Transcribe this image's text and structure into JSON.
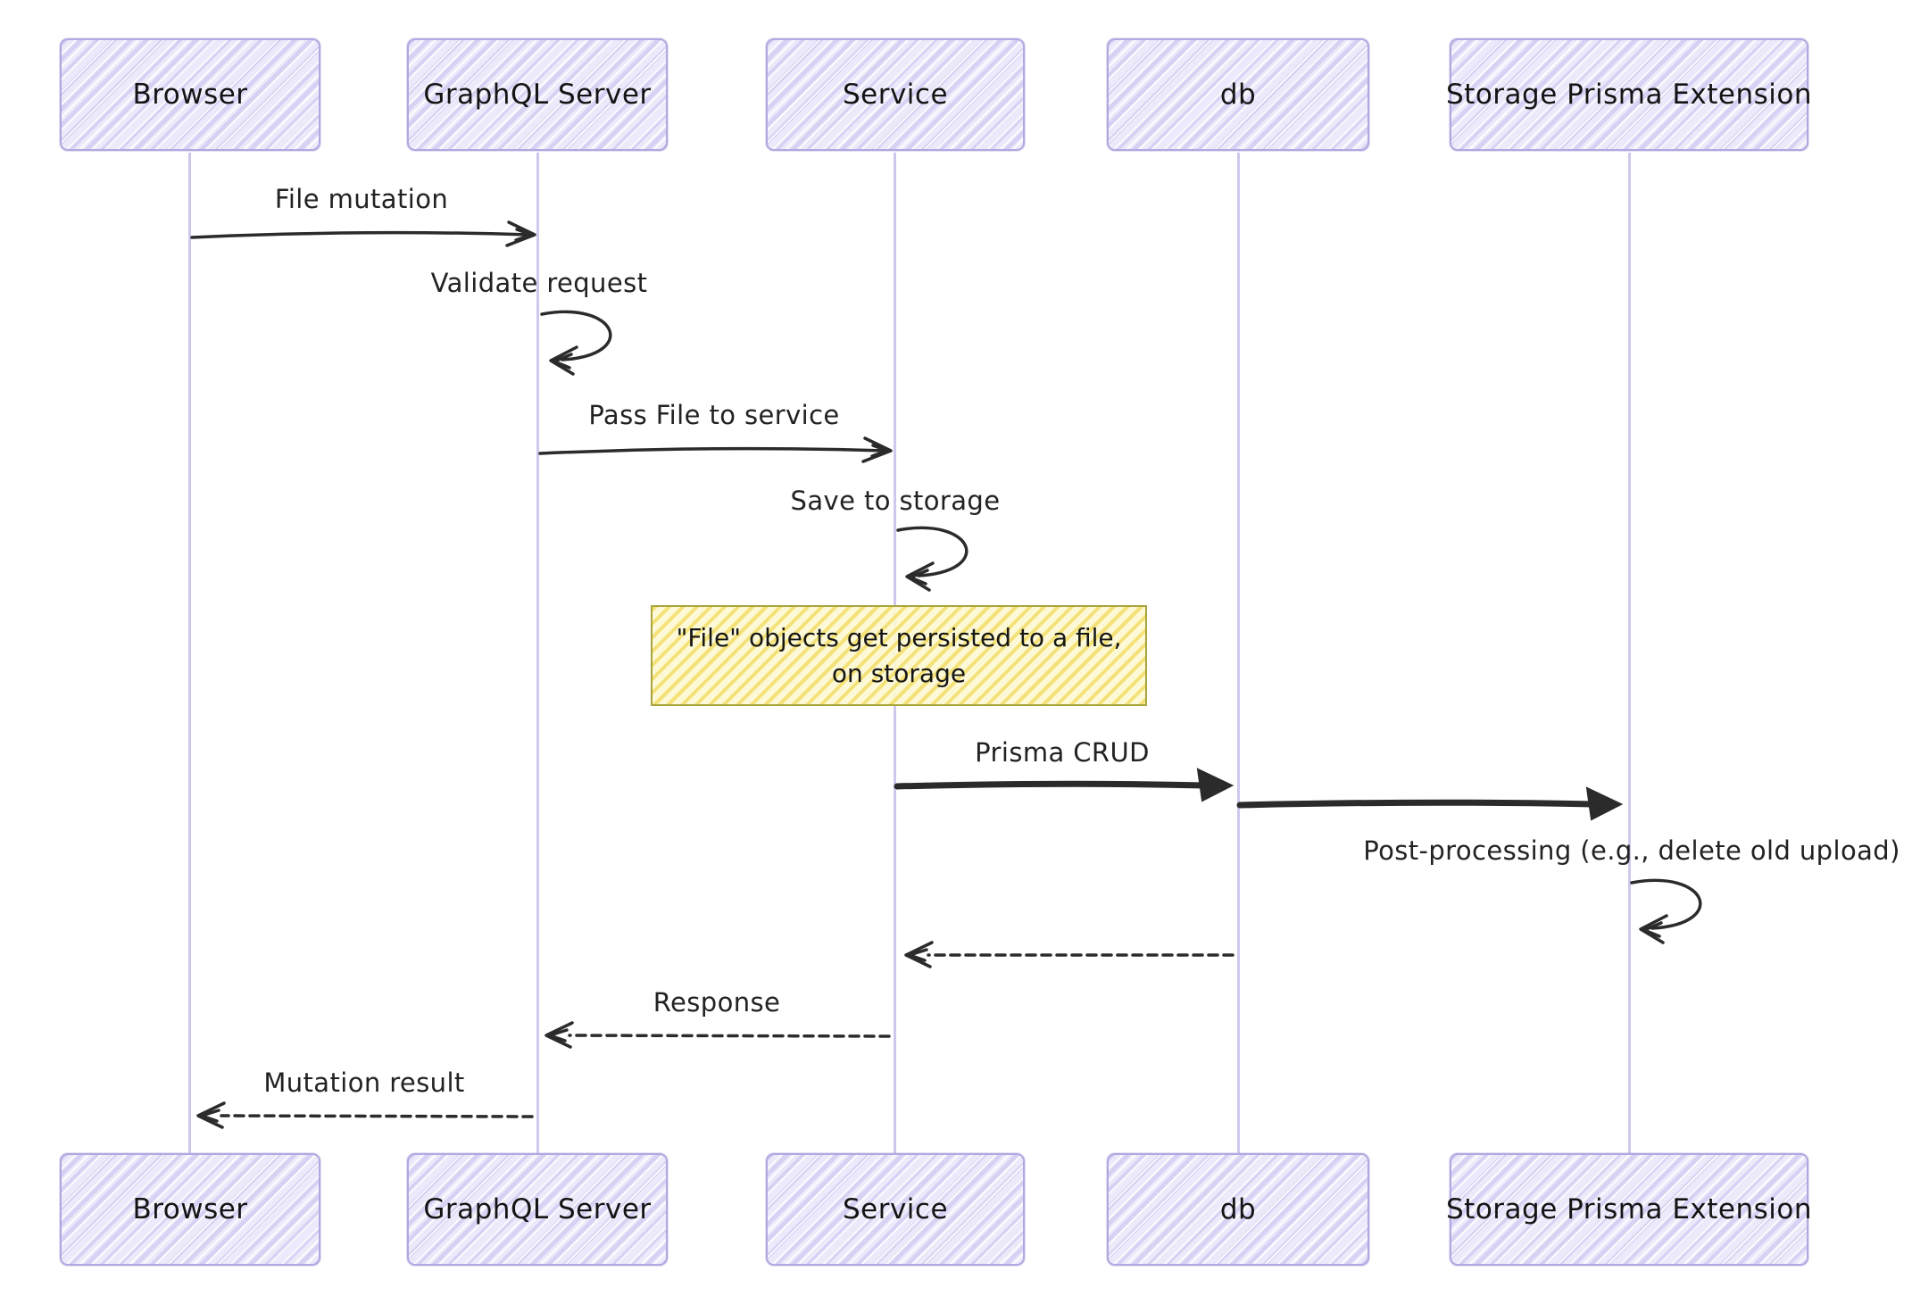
{
  "diagram": {
    "kind": "sequence-diagram",
    "style": "hand-drawn",
    "actors": [
      {
        "id": "browser",
        "name": "Browser"
      },
      {
        "id": "graphql",
        "name": "GraphQL Server"
      },
      {
        "id": "service",
        "name": "Service"
      },
      {
        "id": "db",
        "name": "db"
      },
      {
        "id": "storage",
        "name": "Storage Prisma Extension"
      }
    ],
    "messages": [
      {
        "from": "Browser",
        "to": "GraphQL Server",
        "label": "File mutation",
        "type": "solid"
      },
      {
        "from": "GraphQL Server",
        "to": "GraphQL Server",
        "label": "Validate request",
        "type": "self"
      },
      {
        "from": "GraphQL Server",
        "to": "Service",
        "label": "Pass File to service",
        "type": "solid"
      },
      {
        "from": "Service",
        "to": "Service",
        "label": "Save to storage",
        "type": "self"
      },
      {
        "from": "Service",
        "to": "db",
        "label": "Prisma CRUD",
        "type": "solid-thick"
      },
      {
        "from": "db",
        "to": "Storage Prisma Extension",
        "label": "",
        "type": "solid-thick"
      },
      {
        "from": "Storage Prisma Extension",
        "to": "Storage Prisma Extension",
        "label": "Post-processing (e.g., delete old upload)",
        "type": "self"
      },
      {
        "from": "db",
        "to": "Service",
        "label": "",
        "type": "dashed"
      },
      {
        "from": "Service",
        "to": "GraphQL Server",
        "label": "Response",
        "type": "dashed"
      },
      {
        "from": "GraphQL Server",
        "to": "Browser",
        "label": "Mutation result",
        "type": "dashed"
      }
    ],
    "note": {
      "over": "Service",
      "lines": [
        "\"File\" objects get persisted to a file,",
        "on storage"
      ]
    },
    "colors": {
      "background": "#ffffff",
      "actor_fill": "#eceafa",
      "actor_hatch": "#c6bcee",
      "actor_border": "#b3a7e0",
      "lifeline": "#cfc8ee",
      "arrow": "#2b2b2b",
      "note_fill": "#fdf8d3",
      "note_hatch": "#f2de67",
      "note_border": "#a9a43b",
      "text": "#1f1f1f"
    }
  }
}
